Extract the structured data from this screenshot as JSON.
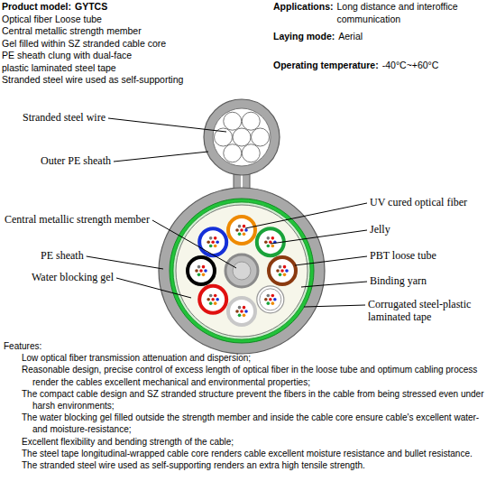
{
  "diagram": {
    "labels": [
      "Product model:",
      "GYTCS",
      "Applications:",
      "Long distance and interoffice communication",
      "Optical fiber Loose tube",
      "Central metallic strength member",
      "Laying mode:",
      "Aerial",
      "Gel filled within SZ stranded cable core",
      "PE sheath clung with dual-face plastic laminated steel tape",
      "Operating temperature:",
      "-40°C~+60°C",
      "Stranded steel wire used as self-supporting",
      "Stranded steel wire",
      "Outer PE sheath",
      "Central metallic strength member",
      "PE sheath",
      "Water blocking gel",
      "UV cured optical fiber",
      "Jelly",
      "PBT loose tube",
      "Binding yarn",
      "Corrugated steel-plastic laminated tape",
      "Features:",
      "Low optical fiber transmission attenuation and dispersion;",
      "Reasonable design, precise control of excess length of optical fiber in the loose tube and optimum cabling process render the cables excellent mechanical and environmental properties;",
      "The compact cable design and SZ stranded structure prevent the fibers in the cable from being stressed even under harsh environments;",
      "The water blocking gel filled outside the strength member and inside the cable core ensure cable's excellent water- and moisture-resistance;",
      "Excellent flexibility and bending strength of the cable;",
      "The steel tape longitudinal-wrapped cable core renders cable excellent moisture resistance and bullet resistance.",
      "The stranded steel wire used as self-supporting renders an extra high tensile strength."
    ]
  }
}
